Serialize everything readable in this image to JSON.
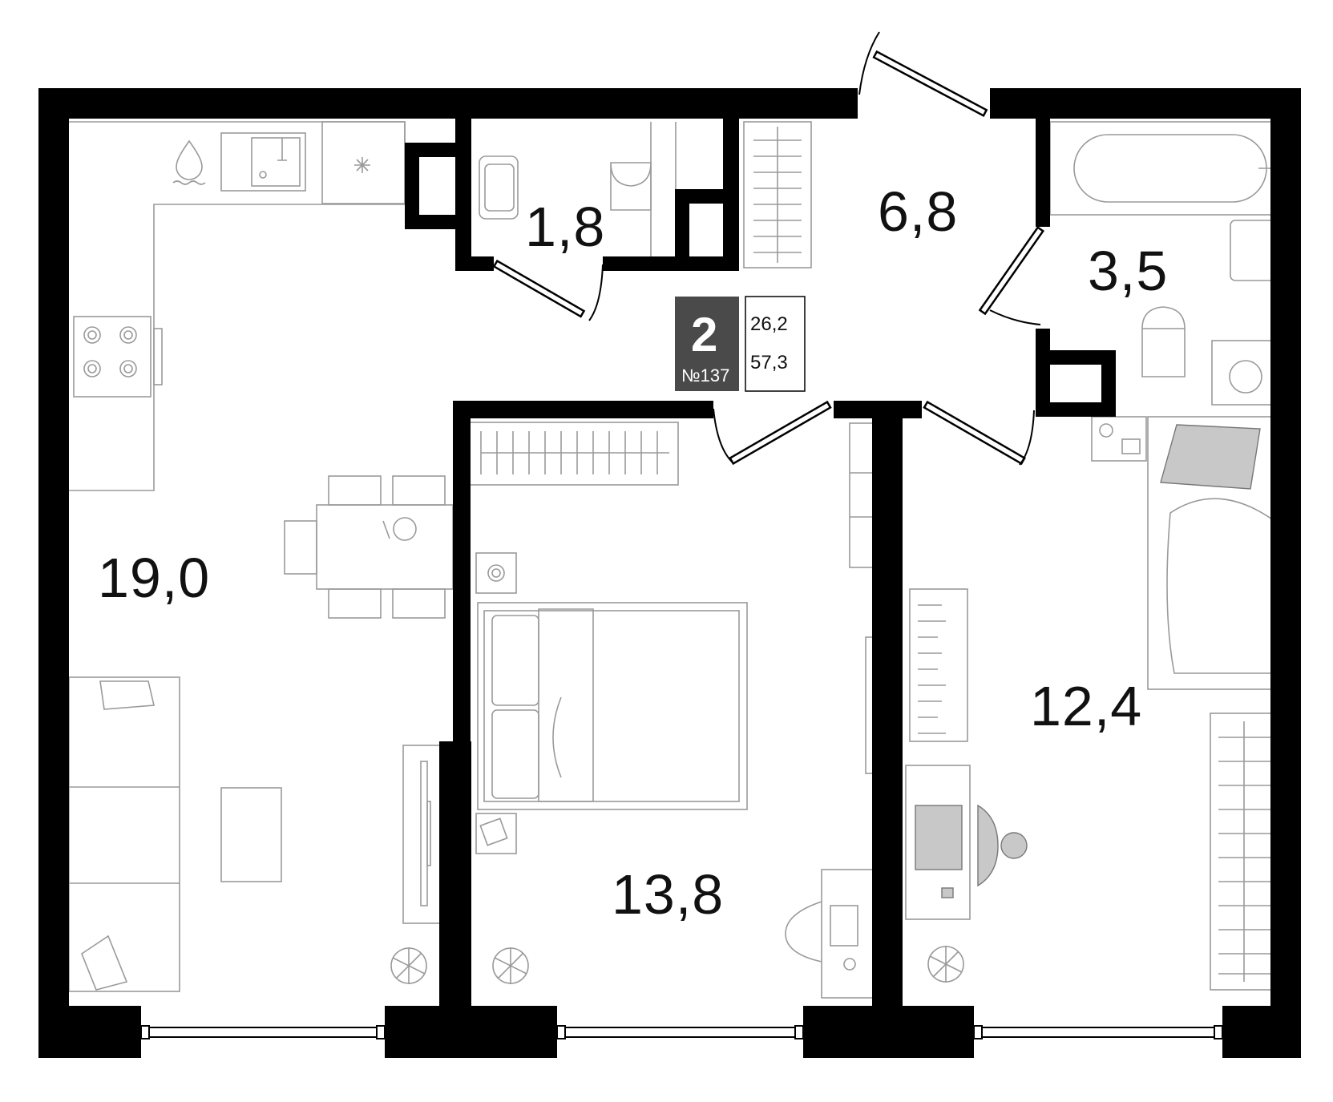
{
  "apartment": {
    "rooms_count": "2",
    "number": "№137",
    "living_area": "26,2",
    "total_area": "57,3"
  },
  "rooms": {
    "kitchen_living": "19,0",
    "wc": "1,8",
    "hall": "6,8",
    "bathroom": "3,5",
    "bedroom": "13,8",
    "kids_room": "12,4"
  },
  "colors": {
    "wall": "#000000",
    "badge": "#4a4a4a",
    "furniture_line": "#9a9a9a",
    "furniture_fill": "#c8c8c8"
  }
}
